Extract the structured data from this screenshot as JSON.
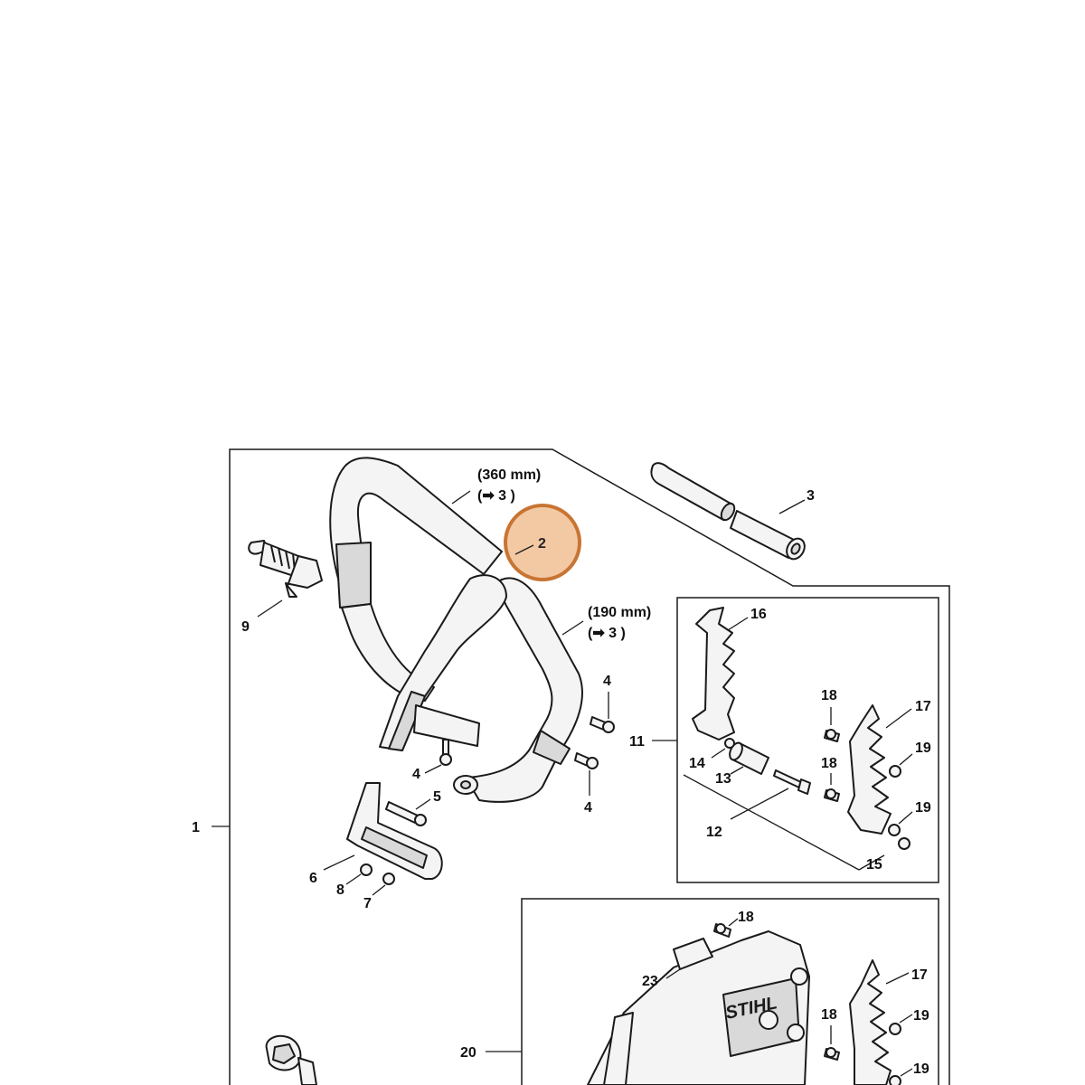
{
  "highlight": {
    "label": "2",
    "fill": "#f3c9a4",
    "stroke": "#c87533"
  },
  "annotations": {
    "long_length": "(360 mm)",
    "long_ref": "(➡ 3 )",
    "short_length": "(190 mm)",
    "short_ref": "(➡ 3 )"
  },
  "labels": {
    "p1": "1",
    "p3": "3",
    "p4a": "4",
    "p4b": "4",
    "p4c": "4",
    "p5": "5",
    "p6": "6",
    "p7": "7",
    "p8": "8",
    "p9": "9",
    "p11": "11",
    "p12": "12",
    "p13": "13",
    "p14": "14",
    "p15": "15",
    "p16": "16",
    "p17a": "17",
    "p17b": "17",
    "p18a": "18",
    "p18b": "18",
    "p18c": "18",
    "p18d": "18",
    "p19a": "19",
    "p19b": "19",
    "p19c": "19",
    "p19d": "19",
    "p20": "20",
    "p23": "23"
  },
  "logo_text": "STIHL",
  "icons": [
    "handlebar-icon",
    "grip-hose-icon",
    "screw-icon",
    "spring-buffer-icon",
    "spike-bumper-icon",
    "nut-icon",
    "sprocket-cover-icon",
    "wrench-icon"
  ]
}
